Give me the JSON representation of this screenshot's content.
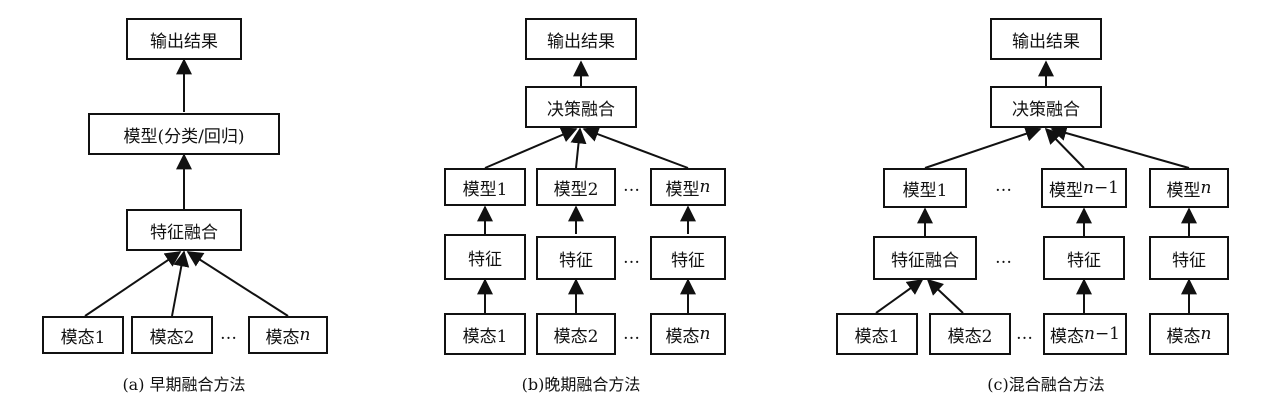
{
  "early": {
    "output": "输出结果",
    "model": "模型(分类/回归)",
    "fusion": "特征融合",
    "mod1": "模态1",
    "mod2": "模态2",
    "modn_prefix": "模态",
    "modn_var": "n",
    "dots": "…",
    "caption": "(a) 早期融合方法"
  },
  "late": {
    "output": "输出结果",
    "decision": "决策融合",
    "model1": "模型1",
    "model2": "模型2",
    "modeln_prefix": "模型",
    "modeln_var": "n",
    "feature": "特征",
    "mod1": "模态1",
    "mod2": "模态2",
    "modn_prefix": "模态",
    "modn_var": "n",
    "dots": "…",
    "caption": "(b)晚期融合方法"
  },
  "hybrid": {
    "output": "输出结果",
    "decision": "决策融合",
    "model1": "模型1",
    "modeln1_prefix": "模型",
    "modeln1_var": "n",
    "modeln1_suffix": "−1",
    "modeln_prefix": "模型",
    "modeln_var": "n",
    "fusion": "特征融合",
    "feature": "特征",
    "mod1": "模态1",
    "mod2": "模态2",
    "modn1_prefix": "模态",
    "modn1_var": "n",
    "modn1_suffix": "−1",
    "modn_prefix": "模态",
    "modn_var": "n",
    "dots": "…",
    "caption": "(c)混合融合方法"
  }
}
